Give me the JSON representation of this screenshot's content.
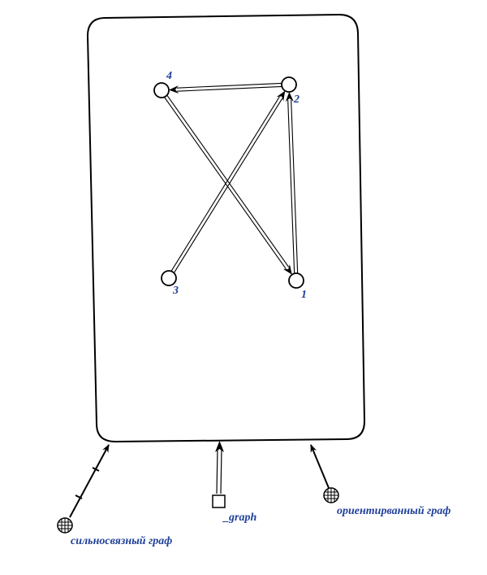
{
  "nodes": [
    {
      "id": "1",
      "label": "1"
    },
    {
      "id": "2",
      "label": "2"
    },
    {
      "id": "3",
      "label": "3"
    },
    {
      "id": "4",
      "label": "4"
    }
  ],
  "arcs": [
    {
      "from": "2",
      "to": "4"
    },
    {
      "from": "4",
      "to": "1"
    },
    {
      "from": "3",
      "to": "2"
    },
    {
      "from": "1",
      "to": "2"
    }
  ],
  "external": {
    "strongly_connected": {
      "label": "сильносвязный граф",
      "icon": "globe-icon"
    },
    "graph_key": {
      "label": "_graph",
      "icon": "square-node-icon"
    },
    "oriented": {
      "label": "ориентирванный граф",
      "icon": "globe-icon"
    }
  },
  "colors": {
    "label": "#1f3f9a",
    "stroke": "#000000"
  }
}
